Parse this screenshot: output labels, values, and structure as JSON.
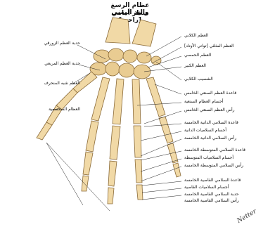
{
  "title": "عظام الرسغ واليد اليمنى",
  "subtitle": "منظر أمامي [راحي]",
  "labels": {
    "right": [
      "العظم الكلابي",
      "العظم المثلثي [تواتي الأوتاد]",
      "العظم الحمصي",
      "العظم الكبير",
      "الشصيب الكلابي",
      "قاعدة العظم السنعي الخامس",
      "أجسام العظام السنعية",
      "رأس العظم السنعي الخامس",
      "قاعدة السلامي الدانية الخامسة",
      "أجسام السلاميات الدانية",
      "رأس السلامي الدانية الخامسة",
      "قاعدة السلامي المتوسطة الخامسة",
      "أجسام السلاميات المتوسطة",
      "رأس السلامي المتوسطة الخامسة",
      "قاعدة السلامي القاصية الخامسة",
      "أجسام السلاميات القاصية",
      "حدبة السلامي القاصية الخامسة",
      "رأس السلامي القاصية الخامسة"
    ],
    "left": [
      "حدبة العظم الزورقي",
      "حدبة العظم المربعي",
      "العظم شبه المنحرف",
      "العظام السمسمية"
    ]
  }
}
